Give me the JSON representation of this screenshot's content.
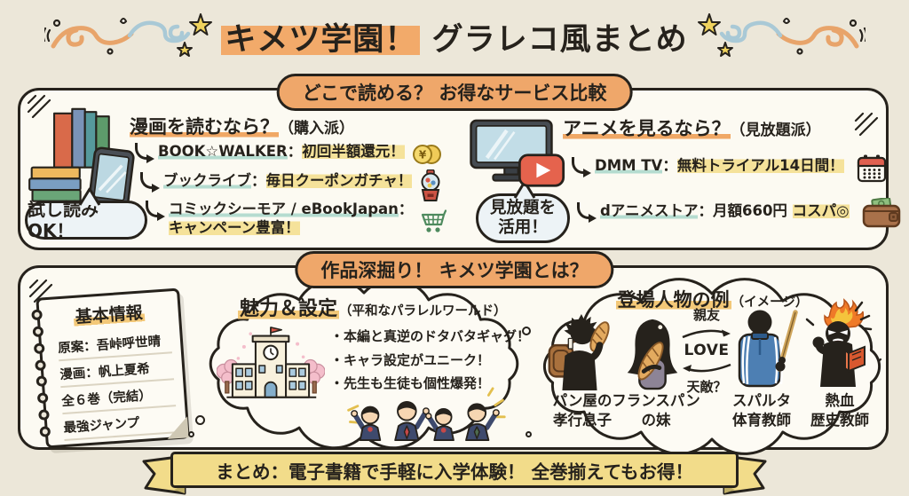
{
  "title": {
    "highlight": "キメツ学園！",
    "rest": " グラレコ風まとめ"
  },
  "colors": {
    "background": "#ece7d9",
    "panel": "#fcfaf2",
    "ink": "#26221c",
    "accent_orange": "#efa76a",
    "highlight_yellow": "#f5e29a",
    "underline_teal": "#b5dcd0",
    "ribbon_yellow": "#f2dc8a",
    "play_red": "#e5634d"
  },
  "icons": {
    "coins-icon": "yen-coins",
    "gacha-icon": "capsule-toy-machine",
    "cart-icon": "shopping-cart",
    "calendar-icon": "calendar",
    "wallet-icon": "wallet",
    "tv-icon": "television",
    "play-button-icon": "video-play-button",
    "books-icon": "book-stack-and-tablet",
    "notebook-icon": "spiral-notebook",
    "school-icon": "school-building",
    "students-icon": "cheering-students"
  },
  "section1": {
    "header": "どこで読める？ お得なサービス比較",
    "colon": "：",
    "manga": {
      "bubble": "試し読みOK！",
      "heading": "漫画を読むなら？",
      "heading_note": "（購入派）",
      "items": [
        {
          "service": "BOOK☆WALKER",
          "benefit": "初回半額還元！",
          "icon": "coins-icon"
        },
        {
          "service": "ブックライブ",
          "benefit": "毎日クーポンガチャ！",
          "icon": "gacha-icon"
        },
        {
          "service": "コミックシーモア / eBookJapan",
          "benefit": "キャンペーン豊富！",
          "icon": "cart-icon"
        }
      ]
    },
    "anime": {
      "bubble_line1": "見放題を",
      "bubble_line2": "活用！",
      "heading": "アニメを見るなら？",
      "heading_note": "（見放題派）",
      "items": [
        {
          "service": "DMM TV",
          "benefit": "無料トライアル14日間！",
          "icon": "calendar-icon"
        },
        {
          "service": "dアニメストア",
          "benefit_plain": "月額660円 ",
          "benefit_highlight": "コスパ◎",
          "icon": "wallet-icon"
        }
      ]
    }
  },
  "section2": {
    "header": "作品深掘り！ キメツ学園とは？",
    "notebook": {
      "title": "基本情報",
      "lines": [
        "原案：吾峠呼世晴",
        "漫画：帆上夏希",
        "全６巻（完結）",
        "最強ジャンプ"
      ]
    },
    "appeal": {
      "title": "魅力＆設定",
      "note": "（平和なパラレルワールド）",
      "bullets": [
        "・本編と真逆のドタバタギャグ！",
        "・キャラ設定がユニーク！",
        "・先生も生徒も個性爆発！"
      ]
    },
    "cast": {
      "title": "登場人物の例",
      "note": "（イメージ）",
      "relations": {
        "top": "親友",
        "middle": "LOVE",
        "bottom": "天敵？"
      },
      "members": [
        {
          "line1": "パン屋の",
          "line2": "孝行息子"
        },
        {
          "line1": "フランスパン",
          "line2": "の妹"
        },
        {
          "line1": "スパルタ",
          "line2": "体育教師"
        },
        {
          "line1": "熱血",
          "line2": "歴史教師"
        }
      ]
    }
  },
  "footer": {
    "text": "まとめ：電子書籍で手軽に入学体験！ 全巻揃えてもお得！"
  }
}
